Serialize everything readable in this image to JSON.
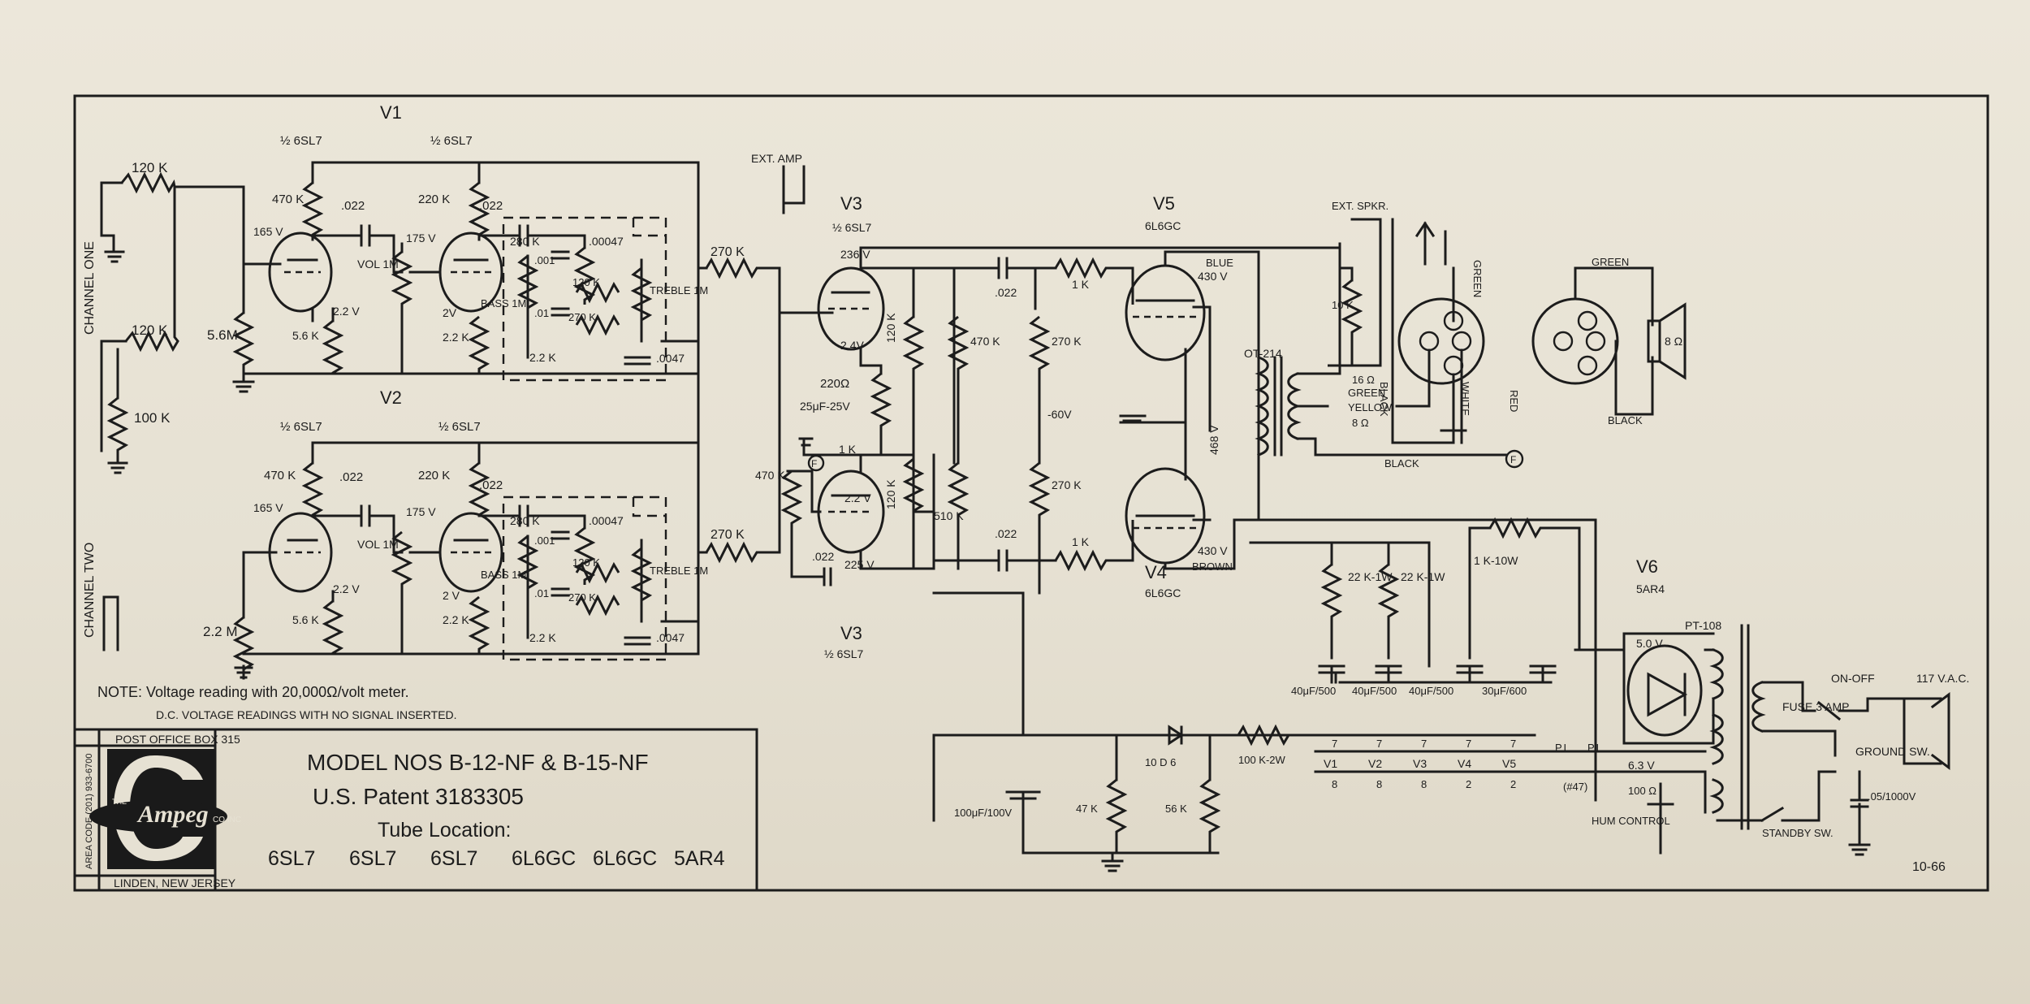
{
  "title_block": {
    "post_office": "POST OFFICE BOX 315",
    "area_code": "AREA CODE (201) 933-6700",
    "brand": "Ampeg",
    "brand_prefix": "THE",
    "brand_suffix": "CO INC",
    "location": "LINDEN, NEW JERSEY",
    "model": "MODEL NOS B-12-NF & B-15-NF",
    "patent": "U.S. Patent 3183305",
    "tube_location_title": "Tube Location:",
    "tubes": [
      "6SL7",
      "6SL7",
      "6SL7",
      "6L6GC",
      "6L6GC",
      "5AR4"
    ]
  },
  "notes": {
    "line1": "NOTE: Voltage reading with 20,000Ω/volt meter.",
    "line2": "D.C. VOLTAGE READINGS WITH NO SIGNAL INSERTED."
  },
  "date_code": "10-66",
  "inputs": {
    "ch1": "CHANNEL ONE",
    "ch2": "CHANNEL TWO"
  },
  "tubes_labels": {
    "v1": "V1",
    "v2": "V2",
    "v3_top": "V3",
    "v3_bottom": "V3",
    "v4": "V4",
    "v5": "V5",
    "v6": "V6",
    "half_6sl7": "½ 6SL7",
    "v5_type": "6L6GC",
    "v4_type": "6L6GC",
    "v6_type": "5AR4"
  },
  "components": {
    "r120k": "120 K",
    "r100k": "100 K",
    "r56m": "5.6M",
    "r22m": "2.2 M",
    "r470k": "470 K",
    "r220k": "220 K",
    "r56k": "5.6 K",
    "r22k": "2.2 K",
    "c022": ".022",
    "c001": ".001",
    "c01": ".01",
    "c00047": ".00047",
    "c0047": ".0047",
    "r280k": "280 K",
    "r270k": "270 K",
    "r1k": "1 K",
    "r10k": "10 K",
    "r47k": "47 K",
    "r470": "470 K",
    "r510k": "510 K",
    "r220": "220Ω",
    "vol": "VOL 1M",
    "bass": "BASS 1M",
    "treble": "TREBLE 1M",
    "v165": "165 V",
    "v175": "175 V",
    "v22": "2.2 V",
    "v2v": "2V",
    "v2v_b": "2 V",
    "v236": "236 V",
    "v24": "2.4V",
    "v225": "225 V",
    "v430": "430 V",
    "v468": "468 V",
    "v60": "-60V",
    "c25uf": "25μF-25V",
    "ext_amp": "EXT. AMP",
    "ext_spkr": "EXT. SPKR.",
    "ot": "OT-214",
    "pt": "PT-108",
    "ohm8": "8 Ω",
    "ohm16": "16 Ω",
    "green": "GREEN",
    "yellow": "YELLOW",
    "black": "BLACK",
    "blue": "BLUE",
    "brown": "BROWN",
    "white": "WHITE",
    "red": "RED",
    "r22k1w": "22 K-1W",
    "r1k10w": "1 K-10W",
    "c40uf": "40μF/500",
    "c30uf": "30μF/600",
    "c100uf": "100μF/100V",
    "diode": "10 D 6",
    "r100k2w": "100 K-2W",
    "r56k_b": "56 K",
    "v5v": "5.0 V",
    "v63": "6.3 V",
    "hum": "HUM CONTROL",
    "r100": "100 Ω",
    "fuse": "FUSE 3 AMP",
    "onoff": "ON-OFF",
    "ground_sw": "GROUND SW.",
    "standby": "STANDBY SW.",
    "vac": "117 V.A.C.",
    "c05": ".05/1000V",
    "heaters": [
      "V1",
      "V2",
      "V3",
      "V4",
      "V5"
    ],
    "heater_pins": [
      "8",
      "8",
      "8",
      "2",
      "2"
    ],
    "pl": "P.L.",
    "pl_type": "(#47)",
    "f": "F"
  }
}
